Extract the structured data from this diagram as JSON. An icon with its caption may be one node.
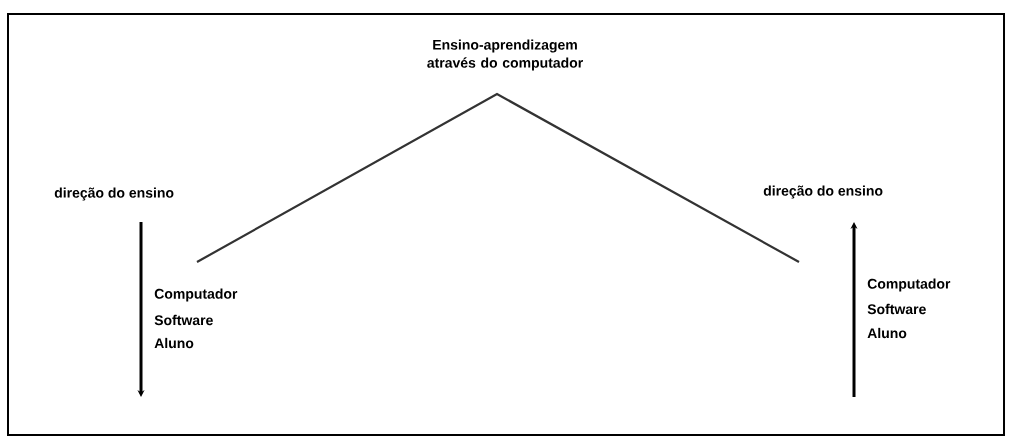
{
  "diagram": {
    "labels": [
      "Ensino-aprendizagem através do computador",
      "direção do ensino",
      "direção do ensino",
      "Computador",
      "Software",
      "Aluno",
      "Computador",
      "Software",
      "Aluno"
    ]
  }
}
